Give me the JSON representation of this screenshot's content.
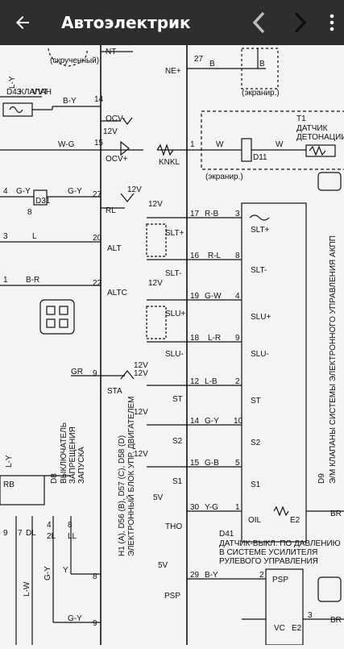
{
  "appbar": {
    "title": "Автоэлектрик",
    "back_icon": "arrow-left-icon",
    "prev_icon": "chevron-left-icon",
    "next_icon": "chevron-right-icon",
    "menu_icon": "more-vert-icon",
    "bg_color": "#2e2e2e"
  },
  "schematic": {
    "top": {
      "curled": "(скрученный)",
      "nt": "NT-",
      "ne": "NE+",
      "pin27": "27",
      "wire_b": "B",
      "wire_b2": "B",
      "shield": "(экранир.)"
    },
    "d43": {
      "id": "D43",
      "name1": "КЛАПАН",
      "name2": "VVT"
    },
    "ocv": {
      "pin14": "14",
      "wire_by": "B-Y",
      "ocv_minus": "OCV-",
      "pin15": "15",
      "wire_wg": "W-G",
      "v12": "12V",
      "ocv_plus": "OCV+",
      "knkl": "KNKL",
      "pin1": "1",
      "wire_w": "W",
      "wire_w2": "W",
      "shield2": "(экранир.)"
    },
    "t1": {
      "id": "T1",
      "name1": "ДАТЧИК",
      "name2": "ДЕТОНАЦИИ",
      "d11": "D11"
    },
    "relay": {
      "wire_gy1": "G-Y",
      "wire_gy2": "G-Y",
      "d31": "D31",
      "pin4": "4",
      "pin8": "8",
      "pin27b": "27",
      "rl": "RL",
      "v12": "12V"
    },
    "alt": {
      "pin3": "3",
      "wire_l": "L",
      "pin20": "20",
      "alt": "ALT"
    },
    "altc": {
      "pin1": "1",
      "wire_br": "B-R",
      "pin22": "22",
      "altc": "ALTC"
    },
    "slt": {
      "v12": "12V",
      "slt_plus": "SLT+",
      "slt_minus": "SLT-",
      "pin17": "17",
      "pin16": "16",
      "wire_rb": "R-B",
      "wire_rl": "R-L",
      "p3": "3",
      "p8": "8",
      "coil_plus": "SLT+",
      "coil_minus": "SLT-"
    },
    "slu": {
      "v12": "12V",
      "slu_plus": "SLU+",
      "slu_minus": "SLU-",
      "pin19": "19",
      "pin18": "18",
      "wire_gw": "G-W",
      "wire_lr": "L-R",
      "p4": "4",
      "p9": "9",
      "coil_plus": "SLU+",
      "coil_minus": "SLU-"
    },
    "sta": {
      "wire_gr": "GR",
      "pin9": "9",
      "sta": "STA",
      "v12": "12V"
    },
    "st": {
      "v12": "12V",
      "st": "ST",
      "pin12": "12",
      "wire_lb": "L-B",
      "p2": "2",
      "coil": "ST"
    },
    "s2": {
      "v12": "12V",
      "s2": "S2",
      "pin14": "14",
      "wire_gy": "G-Y",
      "p10": "10",
      "coil": "S2"
    },
    "s1": {
      "v12": "12V",
      "s1": "S1",
      "pin15": "15",
      "wire_gb": "G-B",
      "p5": "5",
      "coil": "S1"
    },
    "tho": {
      "v5": "5V",
      "tho": "THO",
      "pin30": "30",
      "wire_yg": "Y-G",
      "p1": "1",
      "oil": "OIL",
      "e2": "E2",
      "wire_br": "BR"
    },
    "d9": {
      "label": "D9",
      "text": "Э/М КЛАПАНЫ СИСТЕМЫ ЭЛЕКТРОННОГО УПРАВЛЕНИЯ АКПП"
    },
    "d8": {
      "label": "D8",
      "text1": "ВЫКЛЮЧАТЕЛЬ",
      "text2": "ЗАПРЕЩЕНИЯ",
      "text3": "ЗАПУСКА"
    },
    "ecu": {
      "line1": "ЭЛЕКТРОННЫЙ БЛОК УПР. ДВИГАТЕЛЕМ",
      "line2": "H1 (A), D56 (B), D57 (C), D58 (D)"
    },
    "d41": {
      "id": "D41",
      "t1": "ДАТЧИК-ВЫКЛ. ПО ДАВЛЕНИЮ",
      "t2": "В СИСТЕМЕ УСИЛИТЕЛЯ",
      "t3": "РУЛЕВОГО УПРАВЛЕНИЯ"
    },
    "psp": {
      "v5": "5V",
      "psp": "PSP",
      "pin29": "29",
      "wire_by": "B-Y",
      "p2": "2",
      "box_psp": "PSP",
      "vc": "VC",
      "e2": "E2",
      "p3": "3",
      "wire_br": "BR"
    },
    "left": {
      "ly": "L-Y",
      "rb": "RB",
      "p9": "9",
      "p7": "7",
      "dl": "DL",
      "p4": "4",
      "l2": "2L",
      "p8": "8",
      "ll": "LL",
      "lw": "L-W",
      "gy": "G-Y",
      "y": "Y",
      "gy2": "G-Y",
      "pin8b": "8",
      "pin9b": "9"
    }
  }
}
